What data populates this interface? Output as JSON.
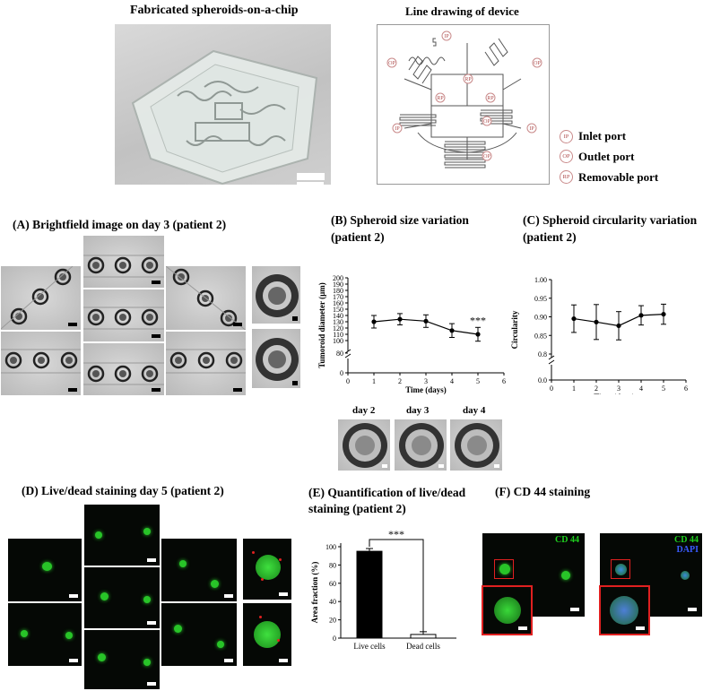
{
  "top": {
    "chip_title": "Fabricated spheroids-on-a-chip",
    "drawing_title": "Line drawing of device",
    "port_labels": [
      "IP",
      "OP",
      "RP"
    ],
    "legend": [
      {
        "abbr": "IP",
        "label": "Inlet port"
      },
      {
        "abbr": "OP",
        "label": "Outlet port"
      },
      {
        "abbr": "RP",
        "label": "Removable port"
      }
    ]
  },
  "panel_a": {
    "title": "(A) Brightfield image on day 3 (patient 2)"
  },
  "panel_b": {
    "title_line1": "(B) Spheroid size variation",
    "title_line2": "(patient 2)",
    "day_labels": [
      "day 2",
      "day 3",
      "day 4"
    ],
    "significance": "***"
  },
  "panel_c": {
    "title_line1": "(C) Spheroid circularity variation",
    "title_line2": "(patient 2)"
  },
  "panel_d": {
    "title": "(D) Live/dead staining day 5 (patient 2)"
  },
  "panel_e": {
    "title_line1": "(E) Quantification of live/dead",
    "title_line2": "staining (patient 2)",
    "significance": "***"
  },
  "panel_f": {
    "title": "(F) CD 44 staining",
    "label_cd44": "CD 44",
    "label_dapi": "DAPI"
  },
  "colors": {
    "green": "#1fd11f",
    "red": "#e02020",
    "blue": "#3a5bff",
    "port_circle": "#c98a8a"
  },
  "chart_data": [
    {
      "type": "line",
      "xlabel": "Time (days)",
      "ylabel": "Tumoroid diameter (µm)",
      "x": [
        1,
        2,
        3,
        4,
        5
      ],
      "y": [
        130,
        134,
        131,
        116,
        110
      ],
      "err": [
        10,
        9,
        10,
        11,
        11
      ],
      "xlim": [
        0,
        6
      ],
      "xticks": [
        "0",
        "1",
        "2",
        "3",
        "4",
        "5",
        "6"
      ],
      "yticks": [
        "0",
        "80",
        "100",
        "110",
        "120",
        "130",
        "140",
        "150",
        "160",
        "170",
        "180",
        "190",
        "200"
      ],
      "axis_break": true,
      "annotation": "***"
    },
    {
      "type": "line",
      "xlabel": "Time (days)",
      "ylabel": "Circularity",
      "x": [
        1,
        2,
        3,
        4,
        5
      ],
      "y": [
        0.895,
        0.886,
        0.876,
        0.904,
        0.907
      ],
      "err": [
        0.037,
        0.047,
        0.038,
        0.026,
        0.027
      ],
      "xlim": [
        0,
        6
      ],
      "xticks": [
        "0",
        "1",
        "2",
        "3",
        "4",
        "5",
        "6"
      ],
      "yticks": [
        "0.0",
        "0.8",
        "0.85",
        "0.90",
        "0.95",
        "1.00"
      ],
      "axis_break": true
    },
    {
      "type": "bar",
      "ylabel": "Area fraction (%)",
      "categories": [
        "Live cells",
        "Dead cells"
      ],
      "values": [
        95,
        4
      ],
      "err": [
        3,
        3
      ],
      "ylim": [
        0,
        100
      ],
      "yticks": [
        "0",
        "20",
        "40",
        "60",
        "80",
        "100"
      ],
      "annotation": "***"
    }
  ]
}
